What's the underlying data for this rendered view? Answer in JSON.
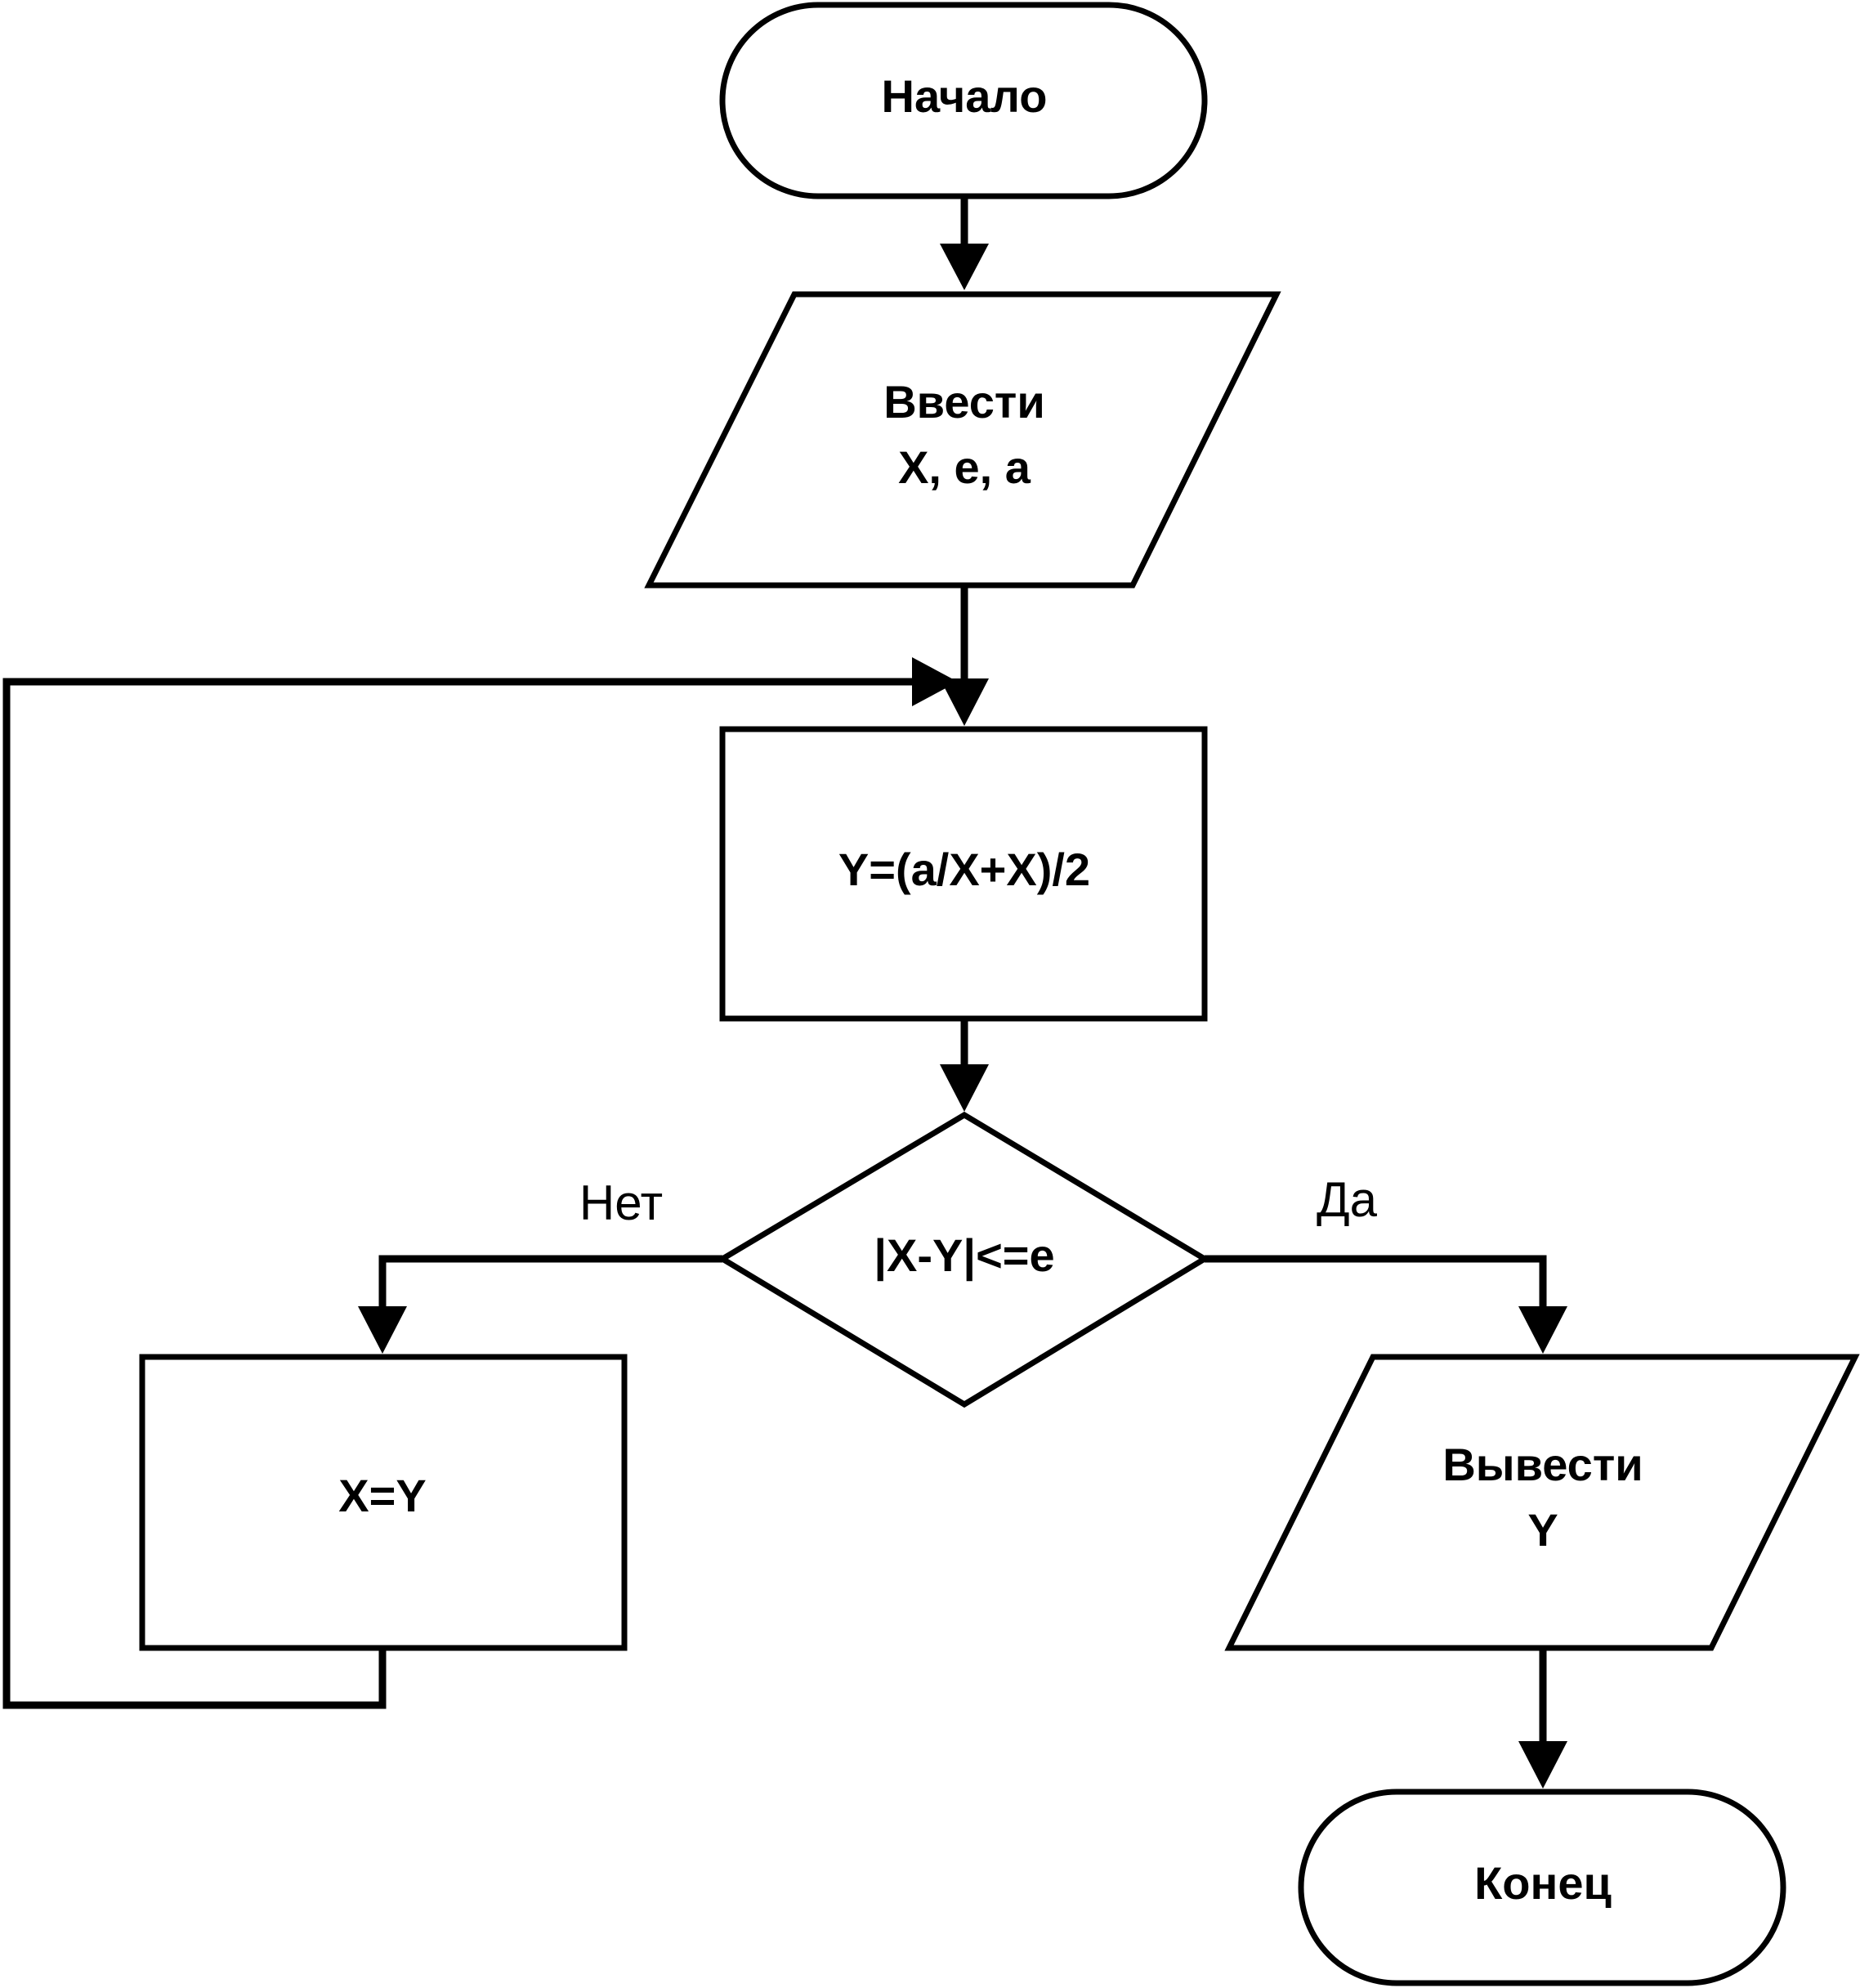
{
  "nodes": {
    "start": {
      "type": "terminator",
      "lines": [
        "Начало"
      ]
    },
    "input": {
      "type": "input-output",
      "lines": [
        "Ввести",
        "X, e, a"
      ]
    },
    "compute": {
      "type": "process",
      "lines": [
        "Y=(a/X+X)/2"
      ]
    },
    "decision": {
      "type": "decision",
      "lines": [
        "|X-Y|<=e"
      ]
    },
    "assign": {
      "type": "process",
      "lines": [
        "X=Y"
      ]
    },
    "output": {
      "type": "input-output",
      "lines": [
        "Вывести",
        "Y"
      ]
    },
    "end": {
      "type": "terminator",
      "lines": [
        "Конец"
      ]
    }
  },
  "branches": {
    "no_label": "Нет",
    "yes_label": "Да"
  },
  "edges": [
    {
      "from": "start",
      "to": "input"
    },
    {
      "from": "input",
      "to": "compute"
    },
    {
      "from": "compute",
      "to": "decision"
    },
    {
      "from": "decision",
      "to": "assign",
      "branch": "no_label"
    },
    {
      "from": "decision",
      "to": "output",
      "branch": "yes_label"
    },
    {
      "from": "assign",
      "to": "compute"
    },
    {
      "from": "output",
      "to": "end"
    }
  ]
}
